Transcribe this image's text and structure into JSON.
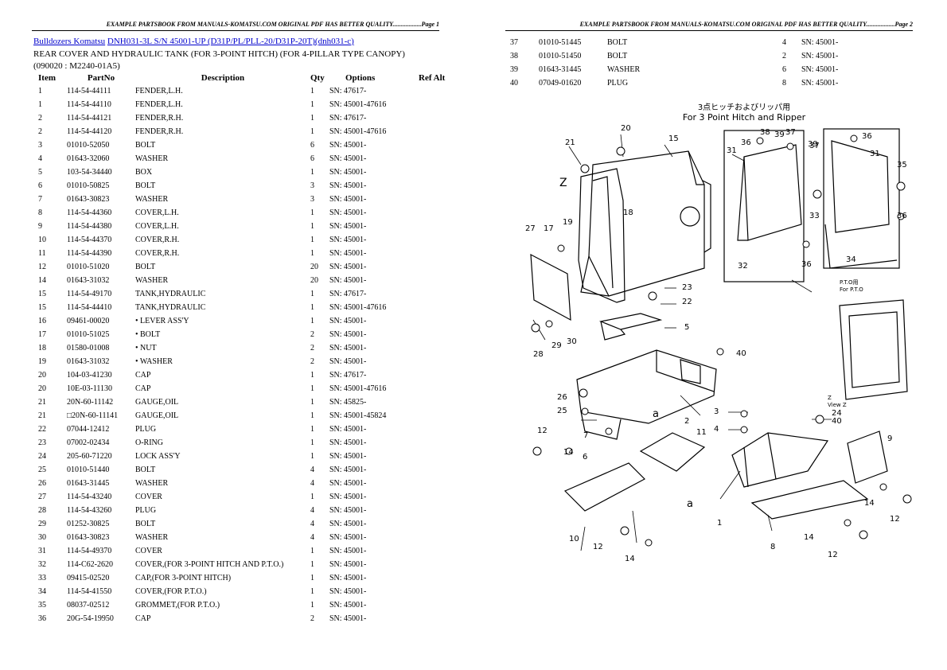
{
  "page1": {
    "header": "EXAMPLE PARTSBOOK FROM MANUALS-KOMATSU.COM ORIGINAL PDF HAS BETTER QUALITY..................Page 1",
    "breadcrumb": {
      "link1": "Bulldozers Komatsu",
      "link2": "DNH031-3L S/N 45001-UP (D31P/PL/PLL-20/D31P-20T)(dnh031-c)"
    },
    "title": "REAR COVER AND HYDRAULIC TANK (FOR 3-POINT HITCH) (FOR 4-PILLAR TYPE CANOPY)(090020 : M2240-01A5)",
    "columns": {
      "item": "Item",
      "partno": "PartNo",
      "desc": "Description",
      "qty": "Qty",
      "options": "Options",
      "ref": "Ref Alt"
    },
    "rows": [
      [
        "1",
        "114-54-44111",
        "FENDER,L.H.",
        "1",
        "SN: 47617-"
      ],
      [
        "1",
        "114-54-44110",
        "FENDER,L.H.",
        "1",
        "SN: 45001-47616"
      ],
      [
        "2",
        "114-54-44121",
        "FENDER,R.H.",
        "1",
        "SN: 47617-"
      ],
      [
        "2",
        "114-54-44120",
        "FENDER,R.H.",
        "1",
        "SN: 45001-47616"
      ],
      [
        "3",
        "01010-52050",
        "BOLT",
        "6",
        "SN: 45001-"
      ],
      [
        "4",
        "01643-32060",
        "WASHER",
        "6",
        "SN: 45001-"
      ],
      [
        "5",
        "103-54-34440",
        "BOX",
        "1",
        "SN: 45001-"
      ],
      [
        "6",
        "01010-50825",
        "BOLT",
        "3",
        "SN: 45001-"
      ],
      [
        "7",
        "01643-30823",
        "WASHER",
        "3",
        "SN: 45001-"
      ],
      [
        "8",
        "114-54-44360",
        "COVER,L.H.",
        "1",
        "SN: 45001-"
      ],
      [
        "9",
        "114-54-44380",
        "COVER,L.H.",
        "1",
        "SN: 45001-"
      ],
      [
        "10",
        "114-54-44370",
        "COVER,R.H.",
        "1",
        "SN: 45001-"
      ],
      [
        "11",
        "114-54-44390",
        "COVER,R.H.",
        "1",
        "SN: 45001-"
      ],
      [
        "12",
        "01010-51020",
        "BOLT",
        "20",
        "SN: 45001-"
      ],
      [
        "14",
        "01643-31032",
        "WASHER",
        "20",
        "SN: 45001-"
      ],
      [
        "15",
        "114-54-49170",
        "TANK,HYDRAULIC",
        "1",
        "SN: 47617-"
      ],
      [
        "15",
        "114-54-44410",
        "TANK,HYDRAULIC",
        "1",
        "SN: 45001-47616"
      ],
      [
        "16",
        "09461-00020",
        "• LEVER ASS'Y",
        "1",
        "SN: 45001-"
      ],
      [
        "17",
        "01010-51025",
        "• BOLT",
        "2",
        "SN: 45001-"
      ],
      [
        "18",
        "01580-01008",
        "• NUT",
        "2",
        "SN: 45001-"
      ],
      [
        "19",
        "01643-31032",
        "• WASHER",
        "2",
        "SN: 45001-"
      ],
      [
        "20",
        "104-03-41230",
        "CAP",
        "1",
        "SN: 47617-"
      ],
      [
        "20",
        "10E-03-11130",
        "CAP",
        "1",
        "SN: 45001-47616"
      ],
      [
        "21",
        "20N-60-11142",
        "GAUGE,OIL",
        "1",
        "SN: 45825-"
      ],
      [
        "21",
        "□20N-60-11141",
        "GAUGE,OIL",
        "1",
        "SN: 45001-45824"
      ],
      [
        "22",
        "07044-12412",
        "PLUG",
        "1",
        "SN: 45001-"
      ],
      [
        "23",
        "07002-02434",
        "O-RING",
        "1",
        "SN: 45001-"
      ],
      [
        "24",
        "205-60-71220",
        "LOCK ASS'Y",
        "1",
        "SN: 45001-"
      ],
      [
        "25",
        "01010-51440",
        "BOLT",
        "4",
        "SN: 45001-"
      ],
      [
        "26",
        "01643-31445",
        "WASHER",
        "4",
        "SN: 45001-"
      ],
      [
        "27",
        "114-54-43240",
        "COVER",
        "1",
        "SN: 45001-"
      ],
      [
        "28",
        "114-54-43260",
        "PLUG",
        "4",
        "SN: 45001-"
      ],
      [
        "29",
        "01252-30825",
        "BOLT",
        "4",
        "SN: 45001-"
      ],
      [
        "30",
        "01643-30823",
        "WASHER",
        "4",
        "SN: 45001-"
      ],
      [
        "31",
        "114-54-49370",
        "COVER",
        "1",
        "SN: 45001-"
      ],
      [
        "32",
        "114-C62-2620",
        "COVER,(FOR 3-POINT HITCH AND P.T.O.)",
        "1",
        "SN: 45001-"
      ],
      [
        "33",
        "09415-02520",
        "CAP,(FOR 3-POINT HITCH)",
        "1",
        "SN: 45001-"
      ],
      [
        "34",
        "114-54-41550",
        "COVER,(FOR P.T.O.)",
        "1",
        "SN: 45001-"
      ],
      [
        "35",
        "08037-02512",
        "GROMMET,(FOR P.T.O.)",
        "1",
        "SN: 45001-"
      ],
      [
        "36",
        "20G-54-19950",
        "CAP",
        "2",
        "SN: 45001-"
      ]
    ]
  },
  "page2": {
    "header": "EXAMPLE PARTSBOOK FROM MANUALS-KOMATSU.COM ORIGINAL PDF HAS BETTER QUALITY..................Page 2",
    "rows": [
      [
        "37",
        "01010-51445",
        "BOLT",
        "4",
        "SN: 45001-"
      ],
      [
        "38",
        "01010-51450",
        "BOLT",
        "2",
        "SN: 45001-"
      ],
      [
        "39",
        "01643-31445",
        "WASHER",
        "6",
        "SN: 45001-"
      ],
      [
        "40",
        "07049-01620",
        "PLUG",
        "8",
        "SN: 45001-"
      ]
    ],
    "diagram": {
      "heading_jp": "3点ヒッチおよびリッパ用",
      "heading_en": "For 3 Point Hitch and Ripper",
      "pto_label1": "P.T.O用",
      "pto_label2": "For P.T.O",
      "z_label": "Z",
      "z_view1": "Z",
      "z_view2": "View Z",
      "callout_a": "a"
    }
  }
}
